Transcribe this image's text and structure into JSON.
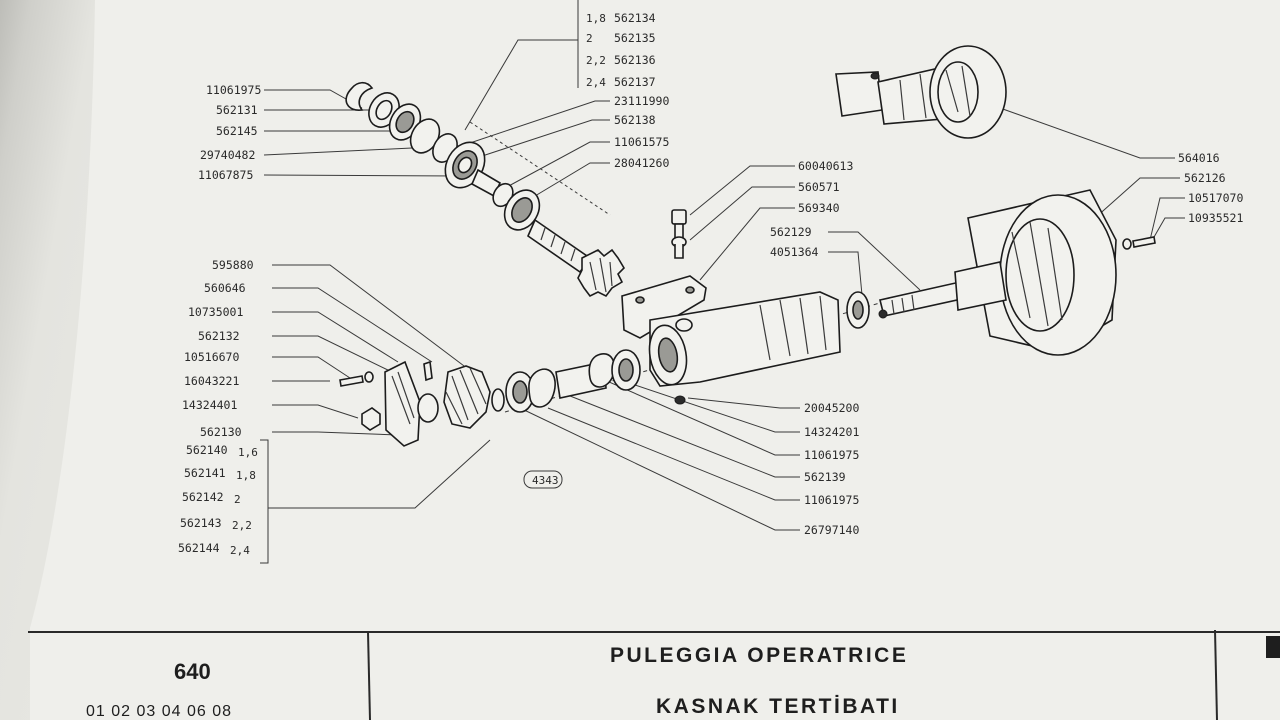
{
  "drawing": {
    "code": "640",
    "models": "01  02  03  04  06  08",
    "title_it": "PULEGGIA OPERATRICE",
    "title_tr": "KASNAK TERTİBATI",
    "ref_badge": "4343"
  },
  "top_ratio_list": [
    {
      "ratio": "1,8",
      "pn": "562134"
    },
    {
      "ratio": "2",
      "pn": "562135"
    },
    {
      "ratio": "2,2",
      "pn": "562136"
    },
    {
      "ratio": "2,4",
      "pn": "562137"
    }
  ],
  "labels_left_top": [
    "11061975",
    "562131",
    "562145",
    "29740482",
    "11067875"
  ],
  "labels_upper_mid": [
    "23111990",
    "562138",
    "11061575",
    "28041260"
  ],
  "labels_left_mid": [
    "595880",
    "560646",
    "10735001",
    "562132",
    "10516670",
    "16043221",
    "14324401",
    "562130"
  ],
  "ratio_list_bottom": [
    {
      "pn": "562140",
      "ratio": "1,6"
    },
    {
      "pn": "562141",
      "ratio": "1,8"
    },
    {
      "pn": "562142",
      "ratio": "2"
    },
    {
      "pn": "562143",
      "ratio": "2,2"
    },
    {
      "pn": "562144",
      "ratio": "2,4"
    }
  ],
  "labels_center": [
    "60040613",
    "560571",
    "569340",
    "562129",
    "4051364"
  ],
  "labels_right": [
    "564016",
    "562126",
    "10517070",
    "10935521"
  ],
  "labels_lower_right": [
    "20045200",
    "14324201",
    "11061975",
    "562139",
    "11061975",
    "26797140"
  ]
}
